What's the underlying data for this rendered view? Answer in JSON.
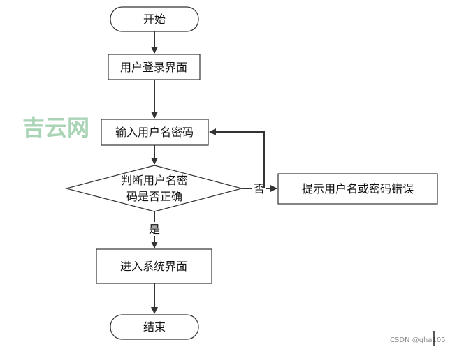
{
  "nodes": {
    "start": "开始",
    "login_page": "用户登录界面",
    "input_credentials": "输入用户名密码",
    "check_line1": "判断用户名密",
    "check_line2": "码是否正确",
    "error_prompt": "提示用户名或密码错误",
    "enter_system": "进入系统界面",
    "end": "结束"
  },
  "edges": {
    "no_label": "否",
    "yes_label": "是"
  },
  "watermark": "吉云网",
  "credit": "CSDN @qha105",
  "colors": {
    "stroke": "#333333",
    "watermark": "#a9d4b6"
  }
}
